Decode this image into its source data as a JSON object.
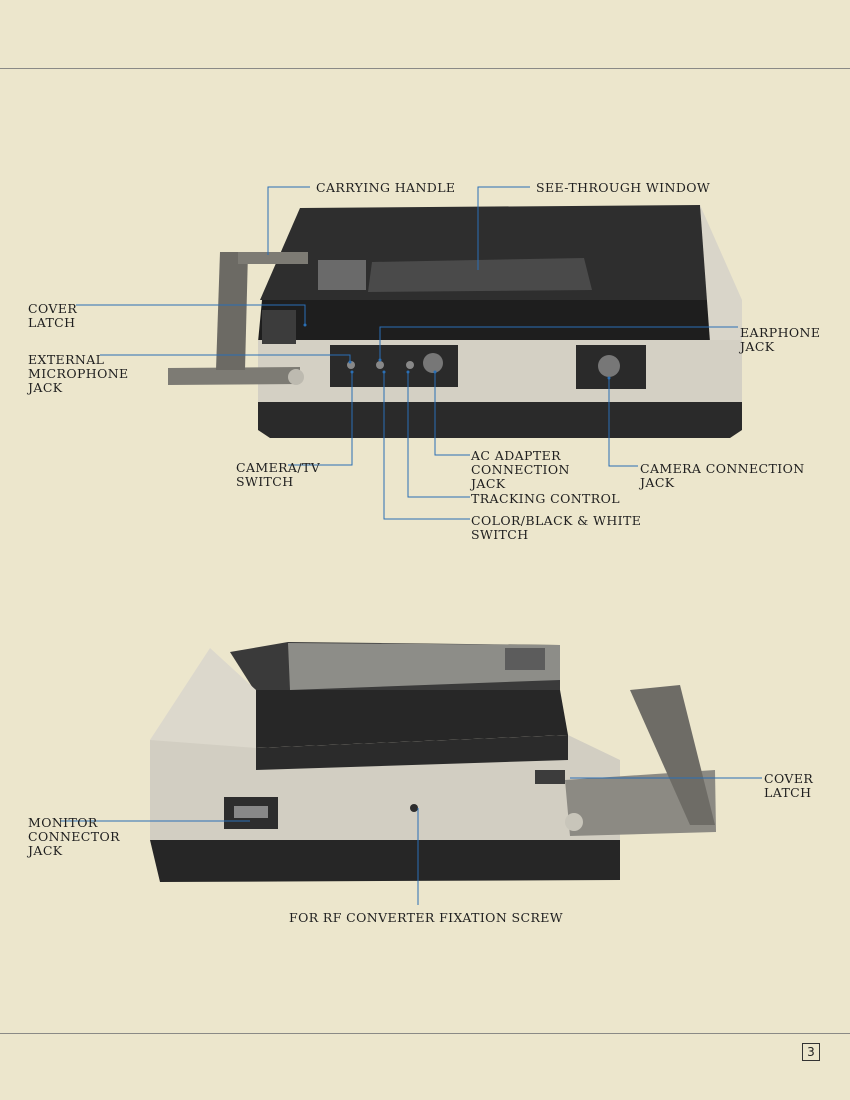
{
  "labels": {
    "carrying_handle": "CARRYING HANDLE",
    "see_through_window": "SEE-THROUGH WINDOW",
    "cover_latch": "COVER\nLATCH",
    "earphone_jack": "EARPHONE\nJACK",
    "external_microphone_jack": "EXTERNAL\nMICROPHONE\nJACK",
    "camera_tv_switch": "CAMERA/TV\nSWITCH",
    "ac_adapter_jack": "AC ADAPTER\nCONNECTION\nJACK",
    "tracking_control": "TRACKING CONTROL",
    "color_bw_switch": "COLOR/BLACK & WHITE\nSWITCH",
    "camera_connection_jack": "CAMERA CONNECTION\nJACK",
    "cover_latch_bottom": "COVER\nLATCH",
    "monitor_connector_jack": "MONITOR\nCONNECTOR\nJACK",
    "rf_converter_screw": "FOR RF CONVERTER FIXATION SCREW"
  },
  "page_number": "3",
  "colors": {
    "paper": "#ece6cc",
    "leader_line": "#2a6fb5",
    "device_dark": "#2b2b2b",
    "device_panel": "#dcd8cc"
  }
}
